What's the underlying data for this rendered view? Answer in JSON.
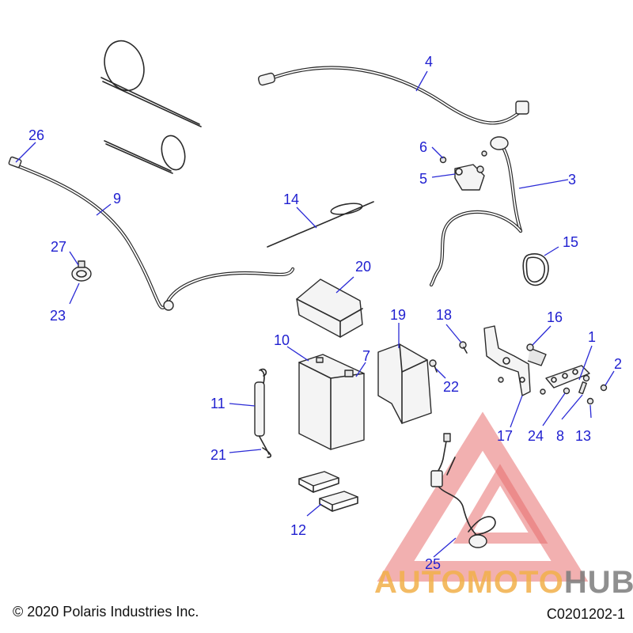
{
  "callouts": [
    "1",
    "2",
    "3",
    "4",
    "5",
    "6",
    "7",
    "8",
    "9",
    "10",
    "11",
    "12",
    "13",
    "14",
    "15",
    "16",
    "17",
    "18",
    "19",
    "20",
    "21",
    "22",
    "23",
    "24",
    "25",
    "26",
    "27"
  ],
  "watermark": {
    "part1": "AUTOMOTO",
    "part2": "HUB",
    "color1": "#f2b04a",
    "color2": "#7c7c7c",
    "triangle_color": "#e24a4a"
  },
  "footer": {
    "copyright": "© 2020 Polaris Industries Inc.",
    "code": "C0201202-1"
  },
  "colors": {
    "callout": "#1f1fd0",
    "line": "#2a2a2a"
  }
}
